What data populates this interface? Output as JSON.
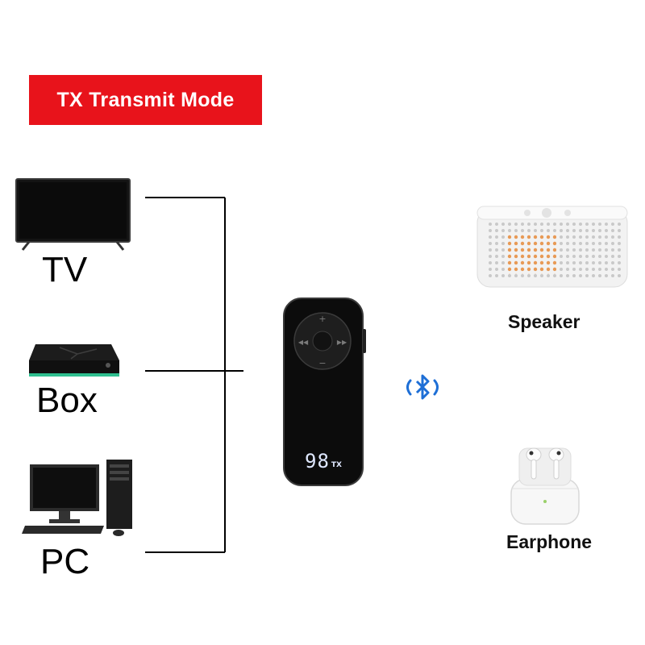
{
  "mode_title": "TX Transmit Mode",
  "sources": [
    {
      "label": "TV",
      "icon": "tv-icon"
    },
    {
      "label": "Box",
      "icon": "set-top-box-icon"
    },
    {
      "label": "PC",
      "icon": "desktop-pc-icon"
    }
  ],
  "transmitter": {
    "display_number": "98",
    "display_mode": "TX"
  },
  "link_icon": "bluetooth-icon",
  "receivers": [
    {
      "label": "Speaker",
      "icon": "speaker-icon"
    },
    {
      "label": "Earphone",
      "icon": "earphone-case-icon"
    }
  ],
  "colors": {
    "banner": "#e8131b",
    "bluetooth": "#1e6fd6",
    "display": "#dfe8ff"
  }
}
